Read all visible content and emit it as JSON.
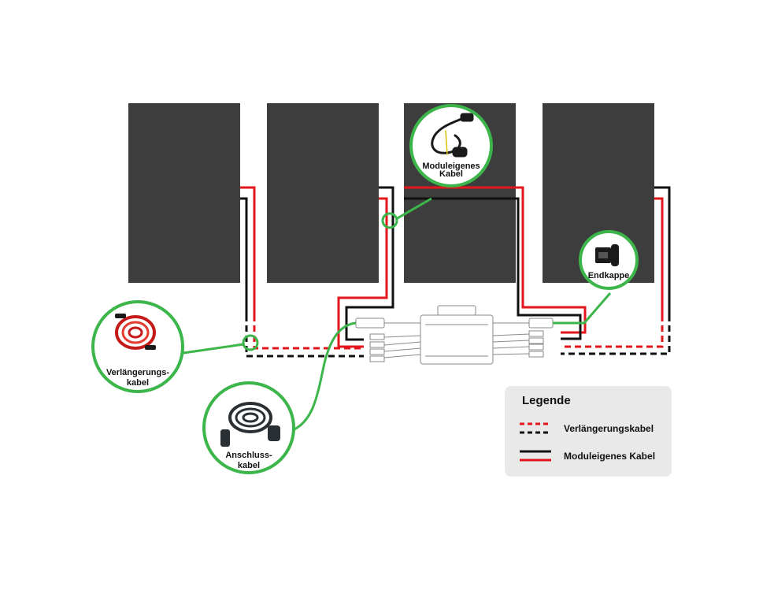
{
  "callouts": {
    "module_cable": [
      "Moduleigenes",
      "Kabel"
    ],
    "end_cap": [
      "Endkappe"
    ],
    "extension_cable": [
      "Verlängerungs-",
      "kabel"
    ],
    "connection_cable": [
      "Anschluss-",
      "kabel"
    ]
  },
  "legend": {
    "title": "Legende",
    "items": [
      {
        "label": "Verlängerungskabel",
        "style": "dashed"
      },
      {
        "label": "Moduleigenes Kabel",
        "style": "solid"
      }
    ]
  },
  "colors": {
    "panel": "#3d3d3d",
    "cable_red": "#e3161b",
    "cable_black": "#111111",
    "callout_green": "#3cb54a",
    "legend_bg": "#e9e9e9",
    "inverter_outline": "#8a8a8a"
  }
}
